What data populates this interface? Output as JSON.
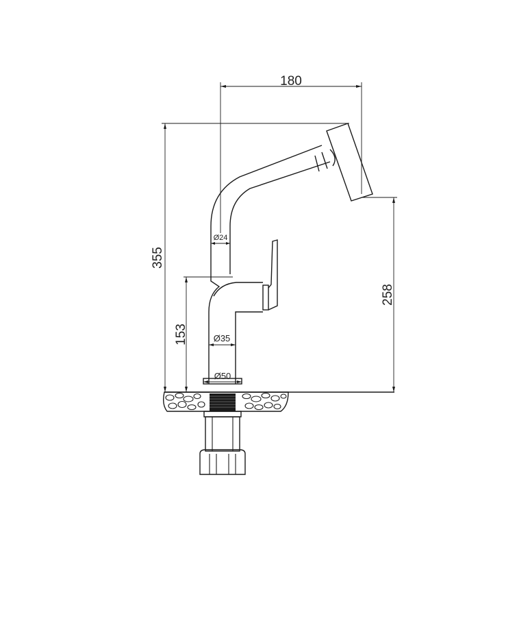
{
  "dimensions": {
    "width_top": "180",
    "height_total": "355",
    "height_spout": "258",
    "height_lever": "153",
    "dia_spout": "Ø24",
    "dia_body": "Ø35",
    "dia_base": "Ø50"
  },
  "colors": {
    "line": "#1a1a1a",
    "background": "#ffffff"
  }
}
